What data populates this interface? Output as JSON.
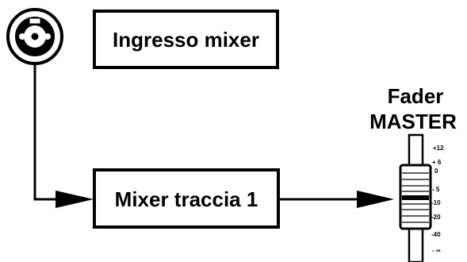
{
  "input_box": {
    "label": "Ingresso mixer"
  },
  "track_box": {
    "label": "Mixer traccia 1"
  },
  "fader": {
    "title_line1": "Fader",
    "title_line2": "MASTER",
    "scale": [
      "+12",
      "+ 6",
      "0",
      "- 5",
      "-10",
      "-20",
      "-40",
      "- ∞"
    ]
  },
  "icons": {
    "connector": "xlr-combo-jack-icon",
    "fader": "fader-slider-icon"
  },
  "colors": {
    "line": "#000000",
    "background": "#ffffff"
  }
}
